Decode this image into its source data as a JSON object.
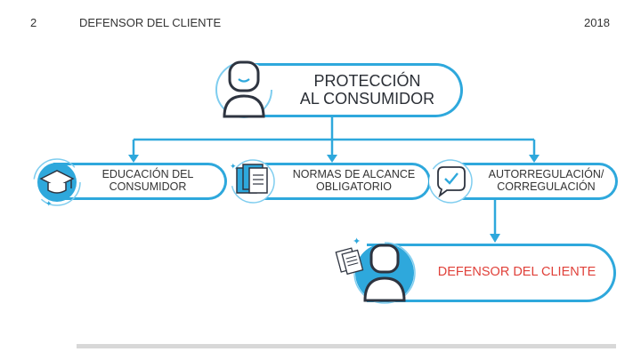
{
  "header": {
    "page_number": "2",
    "title": "DEFENSOR DEL CLIENTE",
    "year": "2018"
  },
  "diagram": {
    "root": {
      "line1": "PROTECCIÓN",
      "line2": "AL CONSUMIDOR",
      "icon": "person-icon"
    },
    "children": [
      {
        "line1": "EDUCACIÓN DEL",
        "line2": "CONSUMIDOR",
        "icon": "graduation-cap-icon"
      },
      {
        "line1": "NORMAS DE ALCANCE",
        "line2": "OBLIGATORIO",
        "icon": "documents-icon"
      },
      {
        "line1": "AUTORREGULACIÓN/",
        "line2": "CORREGULACIÓN",
        "icon": "chat-check-icon"
      }
    ],
    "leaf": {
      "label": "DEFENSOR DEL CLIENTE",
      "icon": "person-with-documents-icon"
    }
  },
  "colors": {
    "accent": "#2ea8dc",
    "accent_light": "#7fcdef",
    "highlight": "#e0413a",
    "text": "#2e3440"
  }
}
